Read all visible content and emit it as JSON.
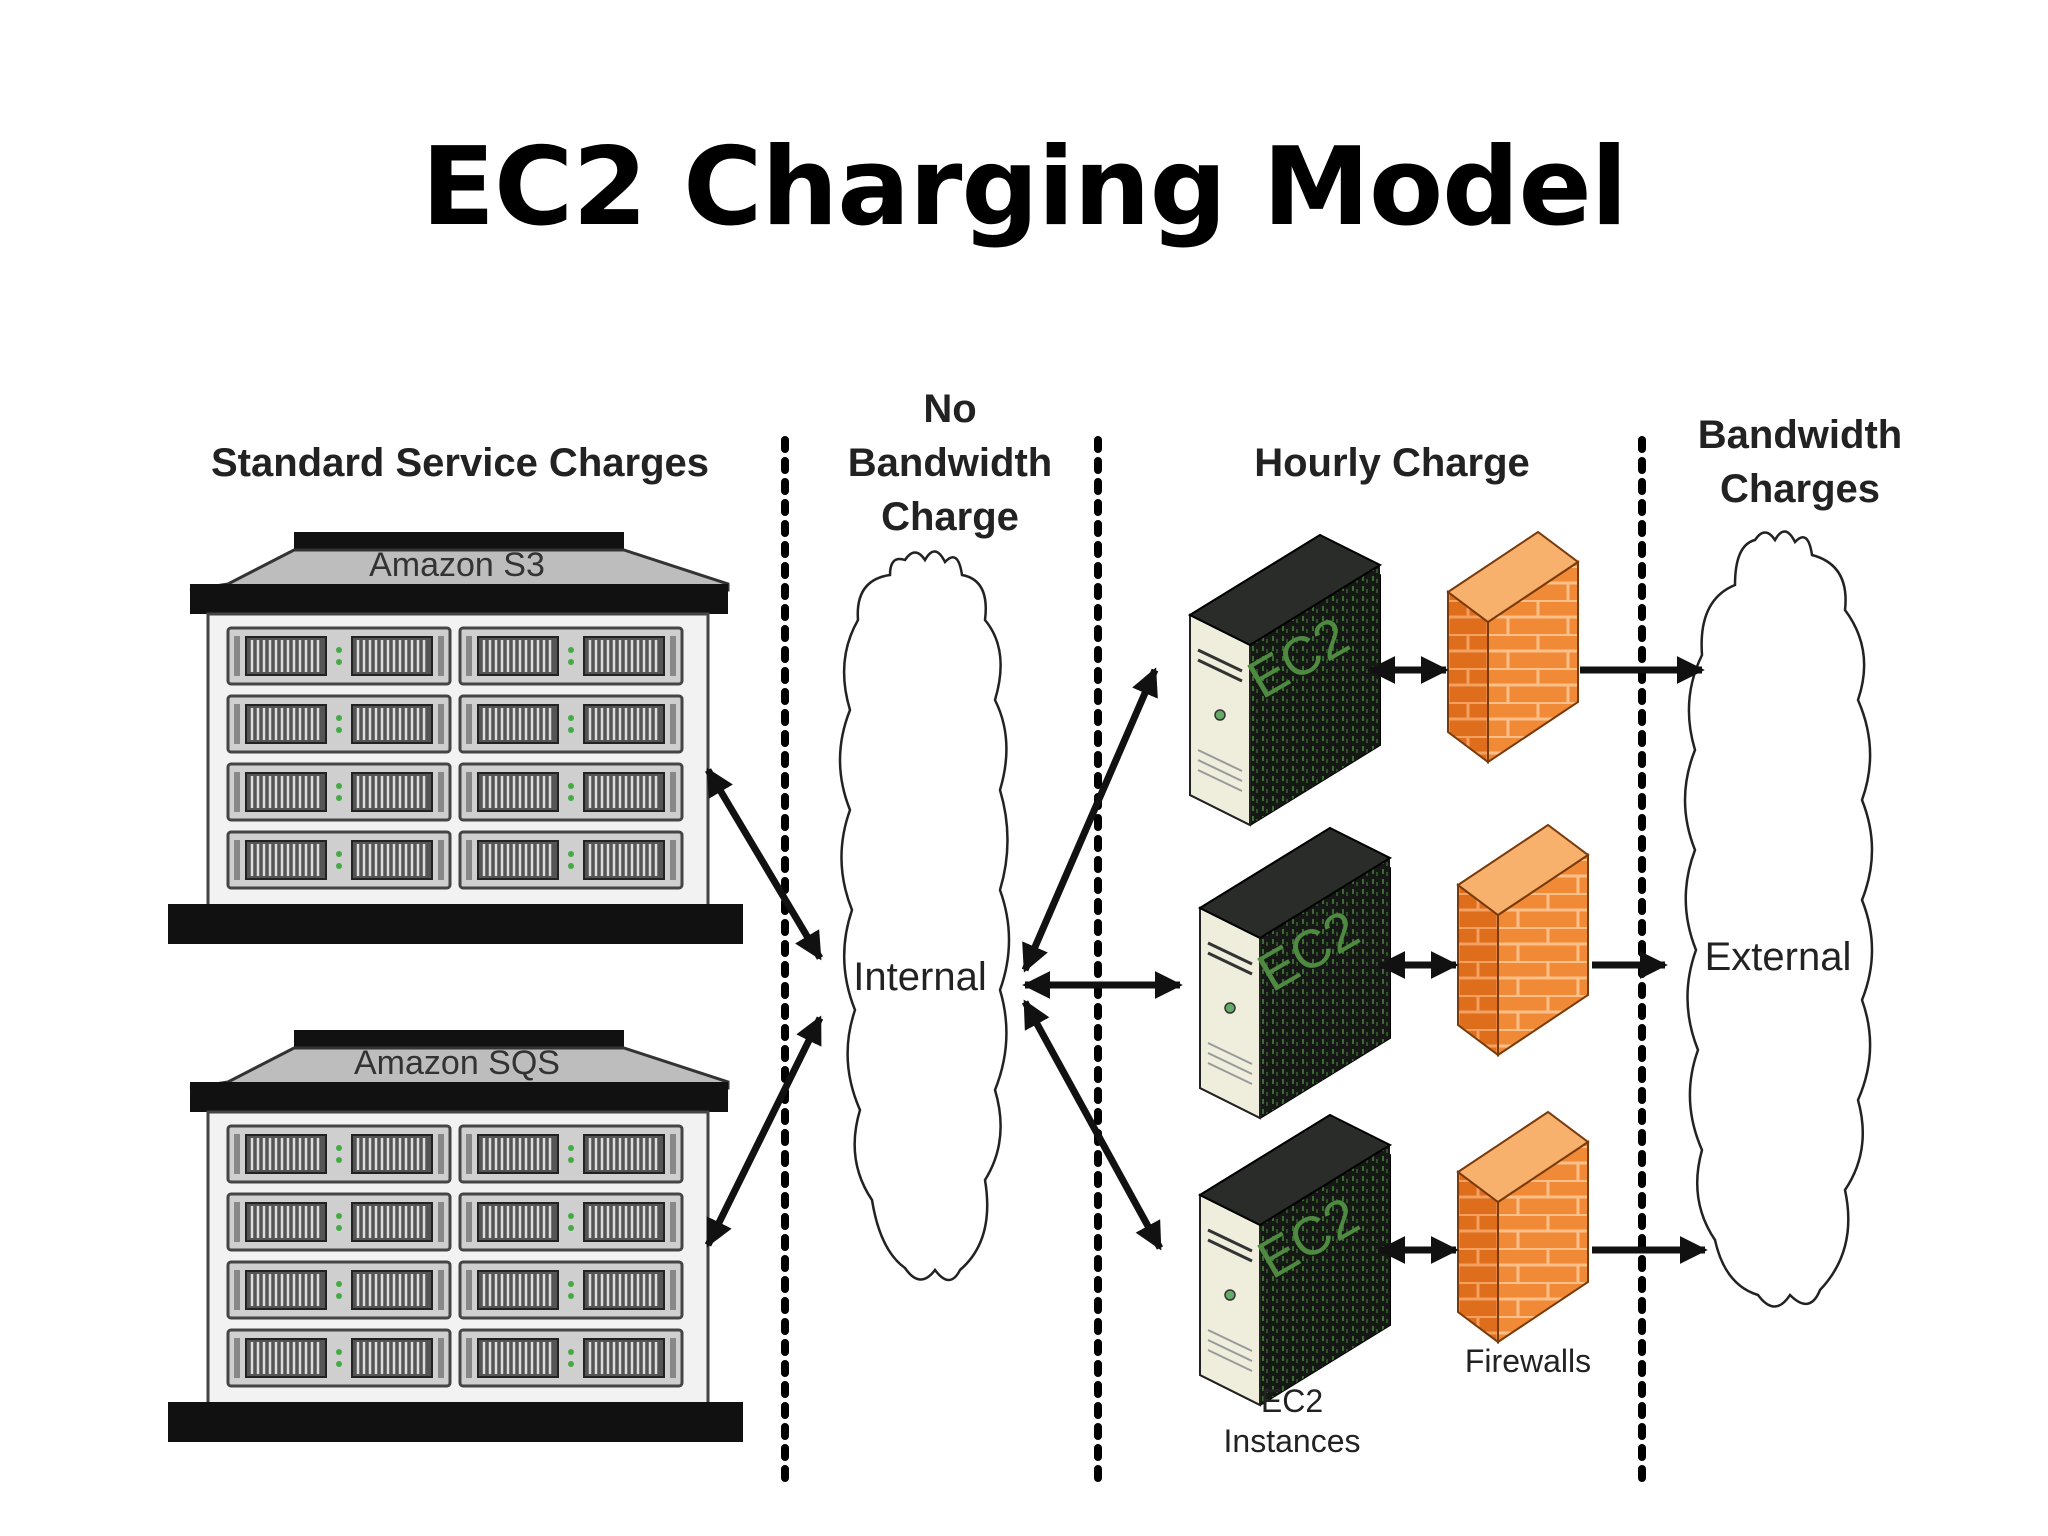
{
  "title": "EC2 Charging Model",
  "sections": {
    "standard": "Standard Service Charges",
    "no_bandwidth": [
      "No",
      "Bandwidth",
      "Charge"
    ],
    "hourly": "Hourly Charge",
    "bandwidth": [
      "Bandwidth",
      "Charges"
    ]
  },
  "services": {
    "s3": "Amazon S3",
    "sqs": "Amazon SQS"
  },
  "clouds": {
    "internal": "Internal",
    "external": "External"
  },
  "instance_badge": "EC2",
  "captions": {
    "instances": [
      "EC2",
      "Instances"
    ],
    "firewalls": "Firewalls"
  },
  "colors": {
    "firewall_light": "#f6a65a",
    "firewall_dark": "#e4731f",
    "server_front": "#efeedd",
    "server_body": "#1b1d1b",
    "ec2_text": "#4e8a3f",
    "arrow": "#111111"
  },
  "icons": [
    "storage-building-icon",
    "cloud-icon",
    "server-icon",
    "firewall-icon",
    "double-arrow-icon"
  ]
}
